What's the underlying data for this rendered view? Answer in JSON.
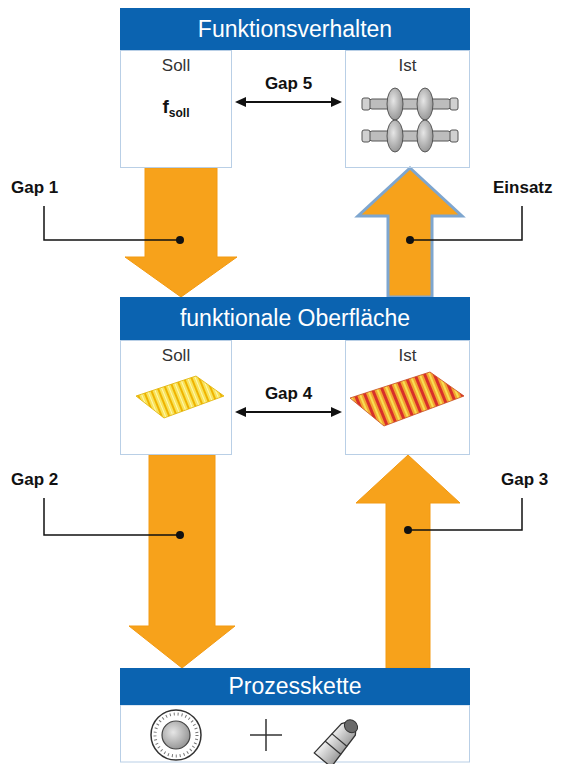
{
  "diagram": {
    "nodes": [
      {
        "text": [
          "Funktionsverhalten"
        ]
      },
      {
        "text": [
          "Soll",
          "f",
          "soll"
        ]
      },
      {
        "text": [
          "Ist"
        ]
      },
      {
        "text": [
          "funktionale Oberfläche"
        ]
      },
      {
        "text": [
          "Soll"
        ]
      },
      {
        "text": [
          "Ist"
        ]
      },
      {
        "text": [
          "Prozesskette"
        ]
      }
    ],
    "edges": [
      {
        "from": 1,
        "to": 3,
        "arrow": "to",
        "label": "Gap 1"
      },
      {
        "from": 3,
        "to": 2,
        "arrow": "to",
        "label": "Einsatz"
      },
      {
        "from": 4,
        "to": 6,
        "arrow": "to",
        "label": "Gap 2"
      },
      {
        "from": 6,
        "to": 5,
        "arrow": "to",
        "label": "Gap 3"
      },
      {
        "from": 1,
        "to": 2,
        "arrow": "both",
        "label": "Gap 5"
      },
      {
        "from": 4,
        "to": 5,
        "arrow": "both",
        "label": "Gap 4"
      }
    ]
  }
}
